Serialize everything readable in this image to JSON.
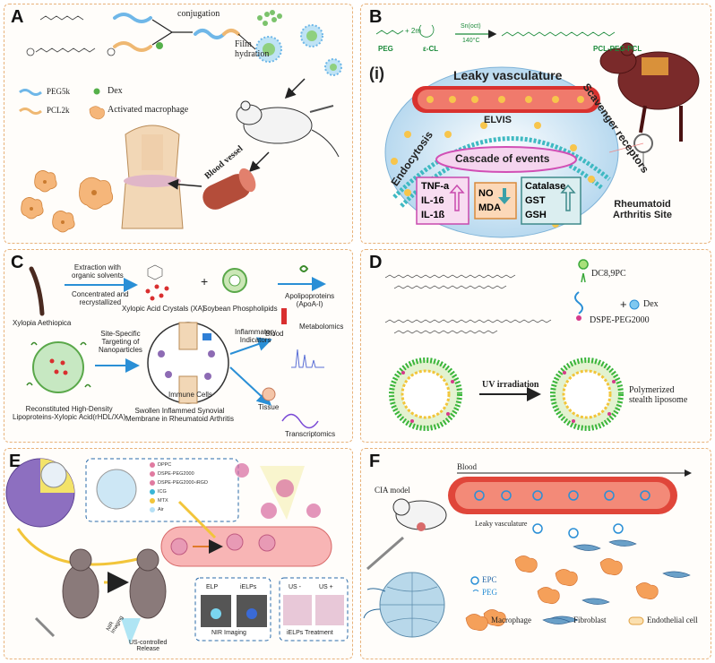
{
  "panels": {
    "a": {
      "label": "A",
      "conjugation": "conjugation",
      "film_hydration": "Film\nhydration",
      "legend": {
        "peg": "PEG5k",
        "pcl": "PCL2k",
        "dex": "Dex",
        "macrophage": "Activated macrophage"
      },
      "blood_vessel": "Blood vessel"
    },
    "b": {
      "label": "B",
      "peg": "PEG",
      "ecl": "ε-CL",
      "plus": "+ 2m",
      "catalyst": "Sn(oct)",
      "temp": "140°C",
      "product": "PCL-PEG-PCL",
      "sub": "(i)",
      "leaky": "Leaky vasculature",
      "elvis": "ELVIS",
      "endocytosis": "Endocytosis",
      "scavenger": "Scavenger receptors",
      "cascade": "Cascade of events",
      "left_list": [
        "TNF-a",
        "IL-16",
        "IL-1ß"
      ],
      "mid_list": [
        "NO",
        "MDA"
      ],
      "right_list": [
        "Catalase",
        "GST",
        "GSH"
      ],
      "site": "Rheumatoid\nArthritis Site"
    },
    "c": {
      "label": "C",
      "xylopia": "Xylopia Aethiopica",
      "extraction": "Extraction with\norganic solvents",
      "concentrated": "Concentrated and\nrecrystallized",
      "xa": "Xylopic Acid Crystals (XA)",
      "soybean": "Soybean Phospholipids",
      "apo": "Apolipoproteins\n(ApoA-I)",
      "site_specific": "Site-Specific\nTargeting of\nNanoparticles",
      "rhdl": "Reconstituted High-Density\nLipoproteins-Xylopic Acid(rHDL/XA)",
      "immune": "Immune Cells",
      "swollen": "Swollen Inflammed Synovial\nMembrane in Rheumatoid Arthritis",
      "inflammatory": "Inflammatory\nIndicators",
      "blood": "Blood",
      "tissue": "Tissue",
      "metabolomics": "Metabolomics",
      "transcriptomics": "Transcriptomics"
    },
    "d": {
      "label": "D",
      "dc": "DC8,9PC",
      "dex": "Dex",
      "dspe": "DSPE-PEG2000",
      "uv": "UV irradiation",
      "result": "Polymerized\nstealth liposome"
    },
    "e": {
      "label": "E",
      "legend": [
        "DPPC",
        "DSPE-PEG2000",
        "DSPE-PEG2000-iRGD",
        "ICG",
        "MTX",
        "Air"
      ],
      "elp": "ELP",
      "ielps": "iELPs",
      "nir_imaging": "NIR Imaging",
      "us_minus": "US -",
      "us_plus": "US +",
      "treatment": "iELPs Treatment",
      "nir": "NIR\nImaging",
      "us_release": "US-controlled\nRelease"
    },
    "f": {
      "label": "F",
      "cia": "CIA model",
      "blood": "Blood",
      "leaky": "Leaky vasculature",
      "epc": "EPC",
      "peg": "PEG",
      "macrophage": "Macrophage",
      "fibroblast": "Fibroblast",
      "endothelial": "Endothelial cell"
    }
  }
}
